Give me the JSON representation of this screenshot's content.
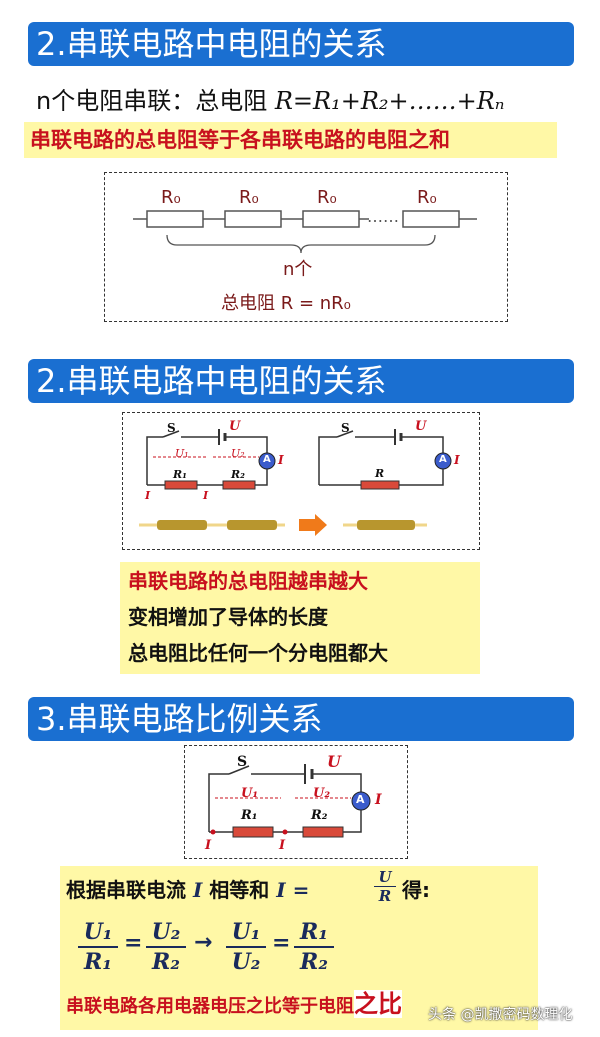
{
  "section1": {
    "title": "2.串联电路中电阻的关系",
    "line1_prefix": "n个电阻串联：总电阻 ",
    "line1_formula": "R=R₁+R₂+……+Rₙ",
    "highlight": "串联电路的总电阻等于各串联电路的电阻之和",
    "diagram": {
      "resistor_label": "R₀",
      "ellipsis": "……",
      "count_label": "n个",
      "total_label": "总电阻 R = nR₀"
    }
  },
  "section2": {
    "title": "2.串联电路中电阻的关系",
    "circuit": {
      "switch": "S",
      "voltage": "U",
      "ammeter": "A",
      "current": "I",
      "u1": "U₁",
      "u2": "U₂",
      "r1": "R₁",
      "r2": "R₂",
      "r": "R"
    },
    "notes": [
      "串联电路的总电阻越串越大",
      "变相增加了导体的长度",
      "总电阻比任何一个分电阻都大"
    ]
  },
  "section3": {
    "title": "3.串联电路比例关系",
    "law_prefix": "根据串联电流",
    "law_i": "I",
    "law_mid": "相等和",
    "law_eq": "I =",
    "law_num": "U",
    "law_den": "R",
    "law_suffix": "得:",
    "f_u1": "U₁",
    "f_r1": "R₁",
    "f_u2": "U₂",
    "f_r2": "R₂",
    "conclusion": "串联电路各用电器电压之比等于电阻",
    "conclusion_tail": "之比"
  },
  "watermark": "头条 @凯撒密码数理化",
  "colors": {
    "banner": "#1a6fd1",
    "highlight": "#fff8a6",
    "red_text": "#c8101e",
    "resistor_red": "#d94a3a"
  }
}
